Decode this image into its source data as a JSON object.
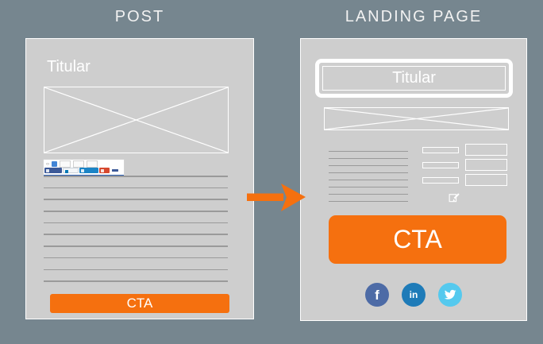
{
  "colors": {
    "background": "#76868F",
    "panel": "#CECECE",
    "panel_border": "#FFFFFF",
    "text_line": "#9A9A9A",
    "accent_orange": "#F5700F",
    "title_text": "#F2F2F2",
    "facebook_blue": "#4D6BA6",
    "linkedin_blue": "#1E7BB8",
    "twitter_blue": "#55C9EE"
  },
  "post": {
    "title": "POST",
    "heading": "Titular",
    "image_placeholder": "image-placeholder",
    "text_line_count": 10,
    "cta_label": "CTA",
    "share_toolbar": {
      "name": "social-share-toolbar",
      "buttons": [
        "facebook-share",
        "linkedin-share",
        "twitter-share",
        "google-plus-share",
        "more-share"
      ]
    }
  },
  "arrow": {
    "name": "right-arrow",
    "direction": "right"
  },
  "landing": {
    "title": "LANDING PAGE",
    "heading": "Titular",
    "image_placeholder": "image-placeholder",
    "text_line_count": 8,
    "form_row_count": 3,
    "edit_icon": "edit-pencil-icon",
    "cta_label": "CTA",
    "social_icons": [
      {
        "name": "facebook",
        "glyph": "f"
      },
      {
        "name": "linkedin",
        "glyph": "in"
      },
      {
        "name": "twitter",
        "glyph": "twitter-bird"
      }
    ]
  }
}
